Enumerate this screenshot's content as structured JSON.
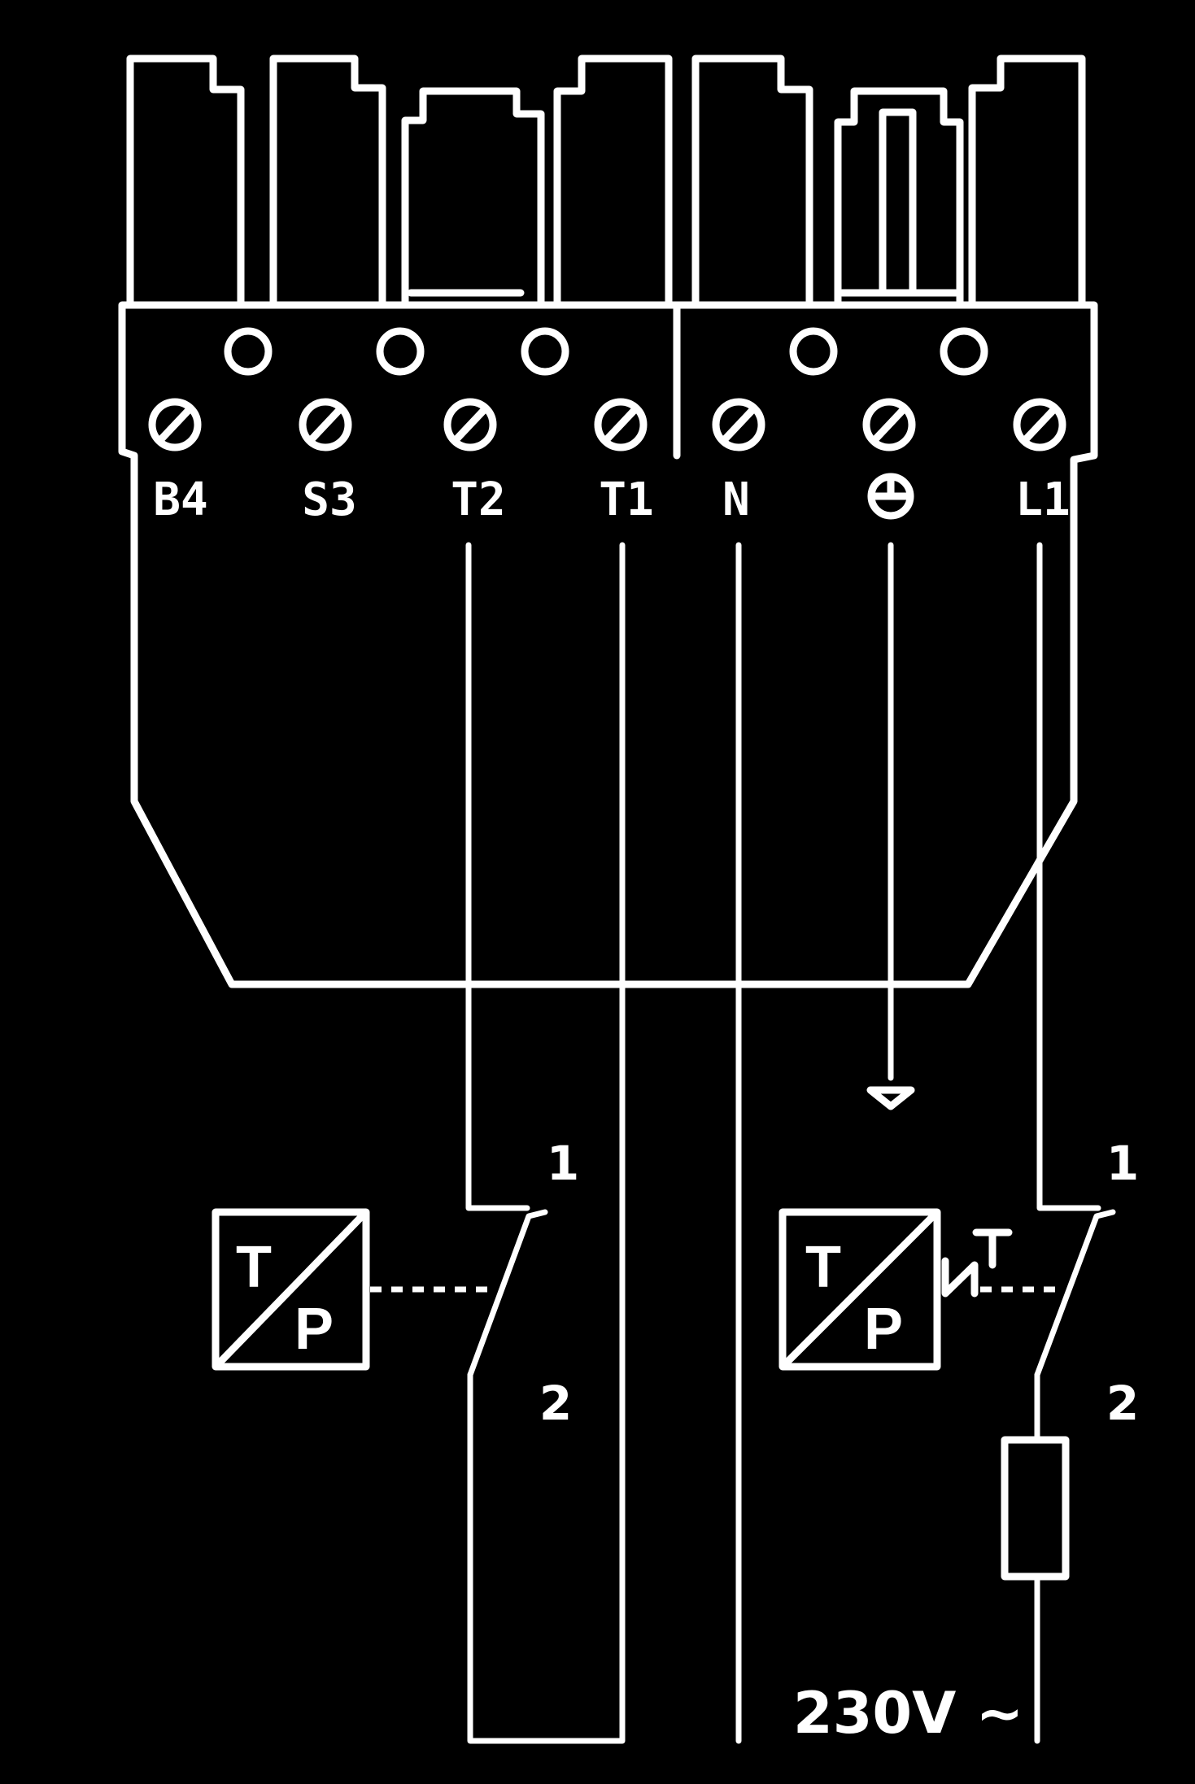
{
  "terminal_labels": [
    "B4",
    "S3",
    "T2",
    "T1",
    "N",
    "L1"
  ],
  "ground_terminal_icon": "protective-earth-icon",
  "left_switch": {
    "contact_top": "1",
    "contact_bottom": "2",
    "sensor_top": "T",
    "sensor_bottom": "P"
  },
  "right_switch": {
    "contact_top": "1",
    "contact_bottom": "2",
    "sensor_top": "T",
    "sensor_bottom": "P"
  },
  "supply_label": "230V ~",
  "colors": {
    "background": "#000000",
    "line": "#ffffff"
  }
}
